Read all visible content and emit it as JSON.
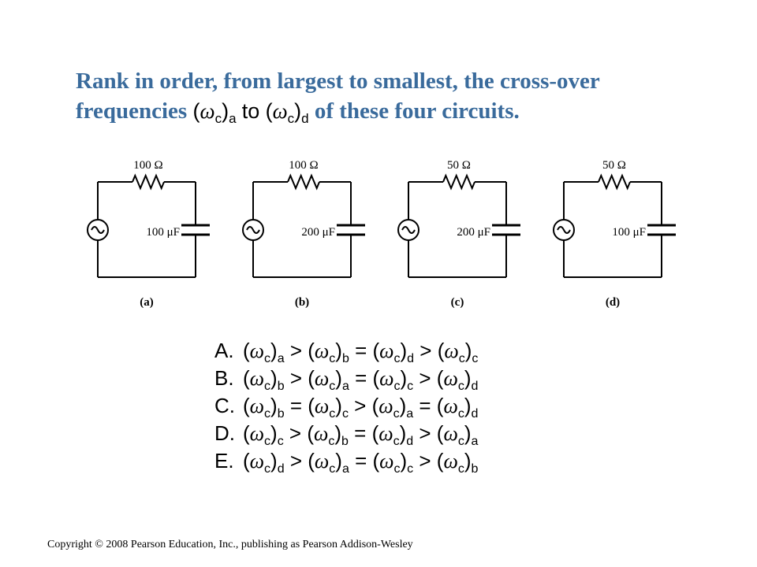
{
  "question": {
    "line1": "Rank in order, from largest to smallest, the cross-over",
    "line2_before": "frequencies",
    "line2_between": "to",
    "line2_after": "of these four circuits.",
    "omega": "ω",
    "sub_c": "c",
    "sub_a": "a",
    "sub_d": "d"
  },
  "circuits": [
    {
      "id": "a",
      "resistance": "100 Ω",
      "capacitance": "100 μF",
      "label": "(a)"
    },
    {
      "id": "b",
      "resistance": "100 Ω",
      "capacitance": "200 μF",
      "label": "(b)"
    },
    {
      "id": "c",
      "resistance": "50 Ω",
      "capacitance": "200 μF",
      "label": "(c)"
    },
    {
      "id": "d",
      "resistance": "50 Ω",
      "capacitance": "100 μF",
      "label": "(d)"
    }
  ],
  "choices": [
    {
      "letter": "A.",
      "terms": [
        "a",
        "b",
        "d",
        "c"
      ],
      "ops": [
        ">",
        "=",
        ">"
      ]
    },
    {
      "letter": "B.",
      "terms": [
        "b",
        "a",
        "c",
        "d"
      ],
      "ops": [
        ">",
        "=",
        ">"
      ]
    },
    {
      "letter": "C.",
      "terms": [
        "b",
        "c",
        "a",
        "d"
      ],
      "ops": [
        "=",
        ">",
        "="
      ]
    },
    {
      "letter": "D.",
      "terms": [
        "c",
        "b",
        "d",
        "a"
      ],
      "ops": [
        ">",
        "=",
        ">"
      ]
    },
    {
      "letter": "E.",
      "terms": [
        "d",
        "a",
        "c",
        "b"
      ],
      "ops": [
        ">",
        "=",
        ">"
      ]
    }
  ],
  "copyright": "Copyright © 2008 Pearson Education, Inc., publishing as Pearson Addison-Wesley",
  "colors": {
    "question_text": "#3a6b9c",
    "wire": "#000000"
  }
}
